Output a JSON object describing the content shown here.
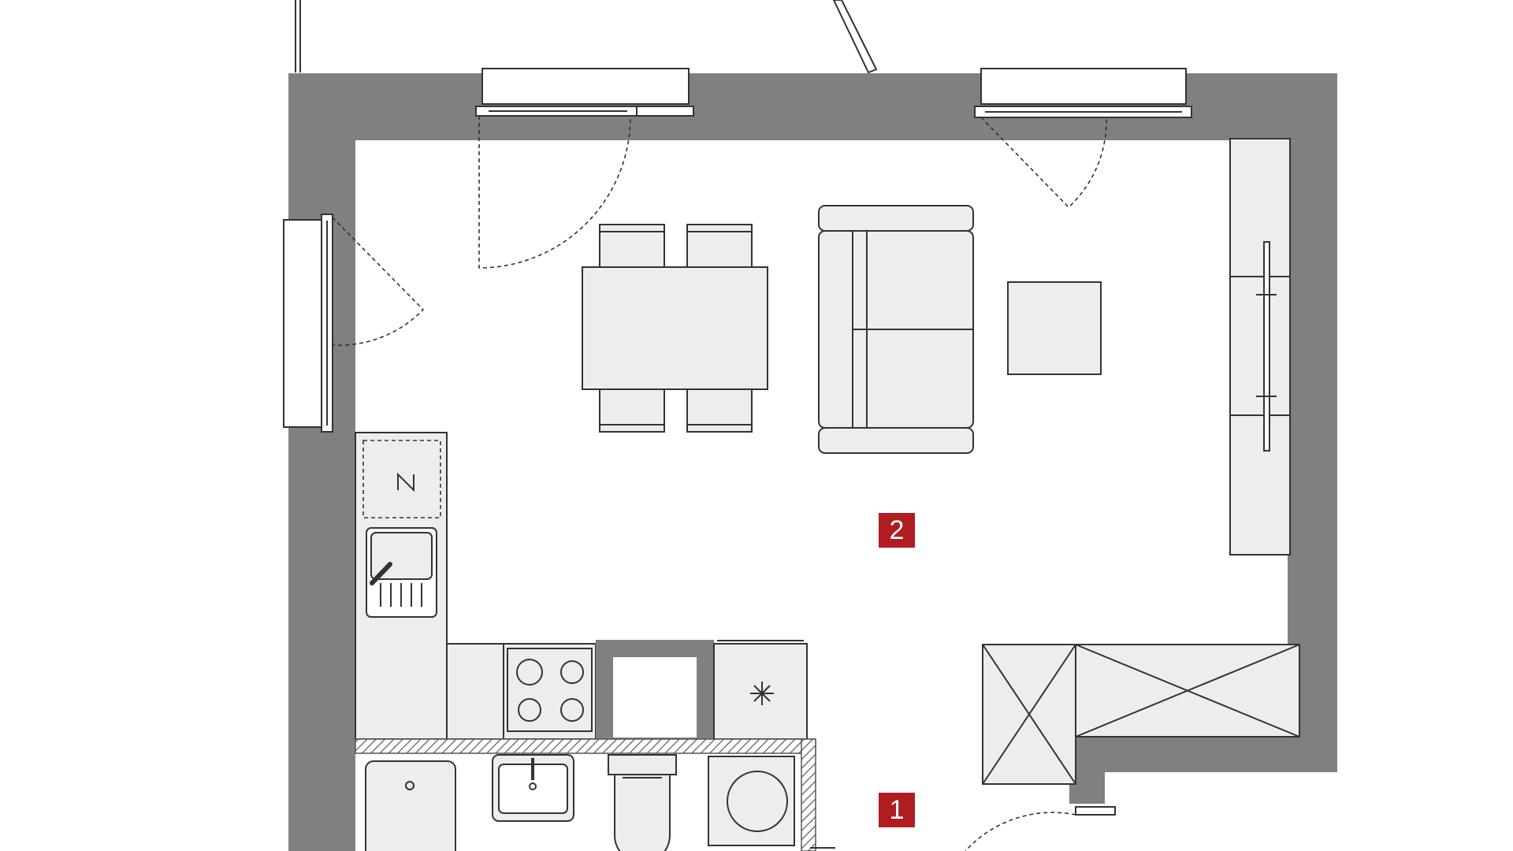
{
  "plan": {
    "room_labels": [
      {
        "id": "room-1",
        "text": "1"
      },
      {
        "id": "room-2",
        "text": "2"
      }
    ],
    "colors": {
      "wall": "#808080",
      "furniture_fill": "#ededed",
      "label_fill": "#b01c22",
      "line": "#333333"
    },
    "icons": {
      "fridge_symbol": "asterisk",
      "hob_symbol": "four-burner-circles",
      "storage_symbol": "x-cross"
    }
  }
}
